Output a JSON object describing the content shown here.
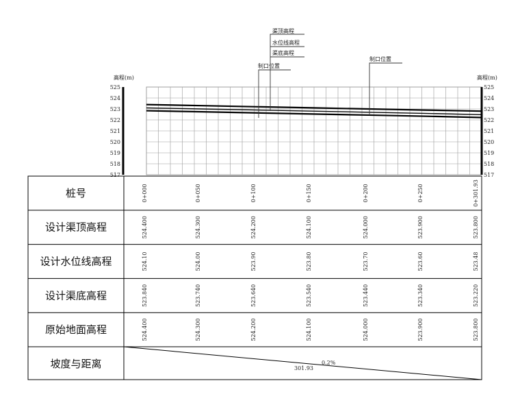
{
  "axis": {
    "unit_label": "高程(m)",
    "elevation_ticks": [
      "525",
      "524",
      "523",
      "522",
      "521",
      "520",
      "519",
      "518",
      "517"
    ]
  },
  "annotations": {
    "top_labels": [
      "渠顶高程",
      "水位线高程",
      "渠底高程"
    ],
    "sluice_label": "制口位置"
  },
  "table": {
    "rows": [
      {
        "label": "桩号",
        "values": [
          "0+000",
          "0+050",
          "0+100",
          "0+150",
          "0+200",
          "0+250",
          "0+301.93"
        ]
      },
      {
        "label": "设计渠顶高程",
        "values": [
          "524.400",
          "524.300",
          "524.200",
          "524.100",
          "524.000",
          "523.900",
          "523.800"
        ]
      },
      {
        "label": "设计水位线高程",
        "values": [
          "524.10",
          "524.00",
          "523.90",
          "523.80",
          "523.70",
          "523.60",
          "523.48"
        ]
      },
      {
        "label": "设计渠底高程",
        "values": [
          "523.840",
          "523.740",
          "523.640",
          "523.540",
          "523.440",
          "523.340",
          "523.220"
        ]
      },
      {
        "label": "原始地面高程",
        "values": [
          "524.400",
          "524.300",
          "524.200",
          "524.100",
          "524.000",
          "523.900",
          "523.800"
        ]
      }
    ],
    "slope_row": {
      "label": "坡度与距离",
      "slope": "0.2%",
      "distance": "301.93"
    }
  },
  "profile_lines": {
    "stations": [
      0,
      50,
      100,
      150,
      200,
      250,
      301.93
    ],
    "canal_top": [
      523.4,
      523.3,
      523.2,
      523.1,
      523.0,
      522.9,
      522.8
    ],
    "water_level": [
      523.1,
      523.0,
      522.9,
      522.8,
      522.7,
      522.6,
      522.48
    ],
    "canal_bottom": [
      522.84,
      522.74,
      522.64,
      522.54,
      522.44,
      522.34,
      522.22
    ]
  }
}
